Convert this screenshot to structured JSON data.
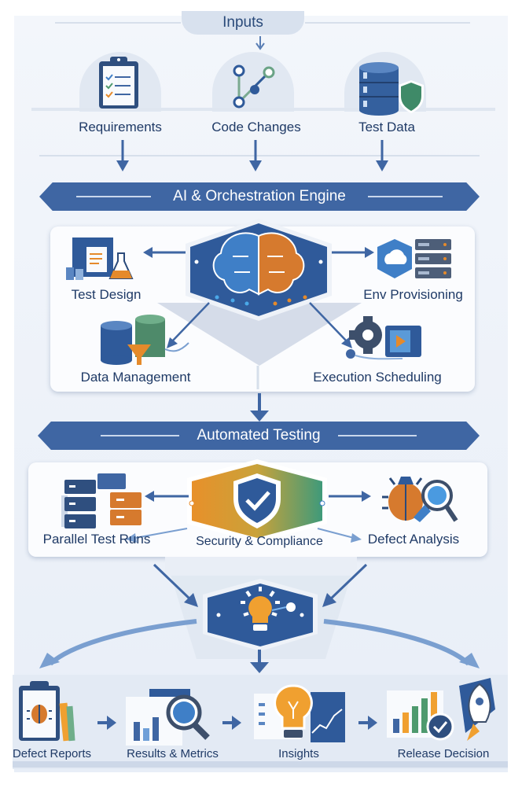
{
  "inputs": {
    "title": "Inputs",
    "items": [
      {
        "label": "Requirements",
        "icon": "clipboard-checklist-icon"
      },
      {
        "label": "Code Changes",
        "icon": "git-branch-icon"
      },
      {
        "label": "Test Data",
        "icon": "database-shield-icon"
      }
    ]
  },
  "engine": {
    "title": "AI & Orchestration Engine",
    "center_icon": "brain-circuit-icon",
    "items": [
      {
        "label": "Test Design",
        "icon": "document-flask-icon"
      },
      {
        "label": "Env Provisioning",
        "icon": "cloud-server-icon"
      },
      {
        "label": "Data Management",
        "icon": "database-funnel-icon"
      },
      {
        "label": "Execution Scheduling",
        "icon": "gear-play-icon"
      }
    ]
  },
  "testing": {
    "title": "Automated Testing",
    "center_label": "Security & Compliance",
    "center_icon": "shield-check-icon",
    "items": [
      {
        "label": "Parallel Test Runs",
        "icon": "server-stack-icon"
      },
      {
        "label": "Defect Analysis",
        "icon": "bug-magnifier-icon"
      }
    ]
  },
  "insight_hub": {
    "icon": "lightbulb-icon"
  },
  "outputs": {
    "items": [
      {
        "label": "Defect Reports",
        "icon": "clipboard-bug-icon"
      },
      {
        "label": "Results & Metrics",
        "icon": "chart-magnifier-icon"
      },
      {
        "label": "Insights",
        "icon": "lightbulb-chart-icon"
      },
      {
        "label": "Release Decision",
        "icon": "chart-rocket-icon"
      }
    ]
  },
  "colors": {
    "primary": "#3f66a3",
    "dark": "#2a4a7a",
    "accent_orange": "#e58a2b",
    "accent_green": "#4e9a6e",
    "light": "#e1e8f2"
  }
}
